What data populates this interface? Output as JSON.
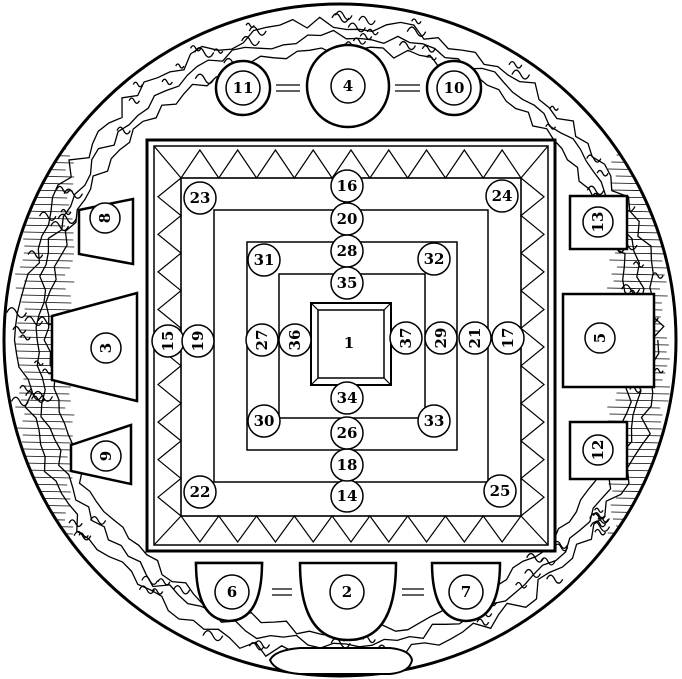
{
  "diagram": {
    "labels": {
      "n1": "1",
      "n2": "2",
      "n3": "3",
      "n4": "4",
      "n5": "5",
      "n6": "6",
      "n7": "7",
      "n8": "8",
      "n9": "9",
      "n10": "10",
      "n11": "11",
      "n12": "12",
      "n13": "13",
      "n14": "14",
      "n15": "15",
      "n16": "16",
      "n17": "17",
      "n18": "18",
      "n19": "19",
      "n20": "20",
      "n21": "21",
      "n22": "22",
      "n23": "23",
      "n24": "24",
      "n25": "25",
      "n26": "26",
      "n27": "27",
      "n28": "28",
      "n29": "29",
      "n30": "30",
      "n31": "31",
      "n32": "32",
      "n33": "33",
      "n34": "34",
      "n35": "35",
      "n36": "36",
      "n37": "37"
    }
  }
}
